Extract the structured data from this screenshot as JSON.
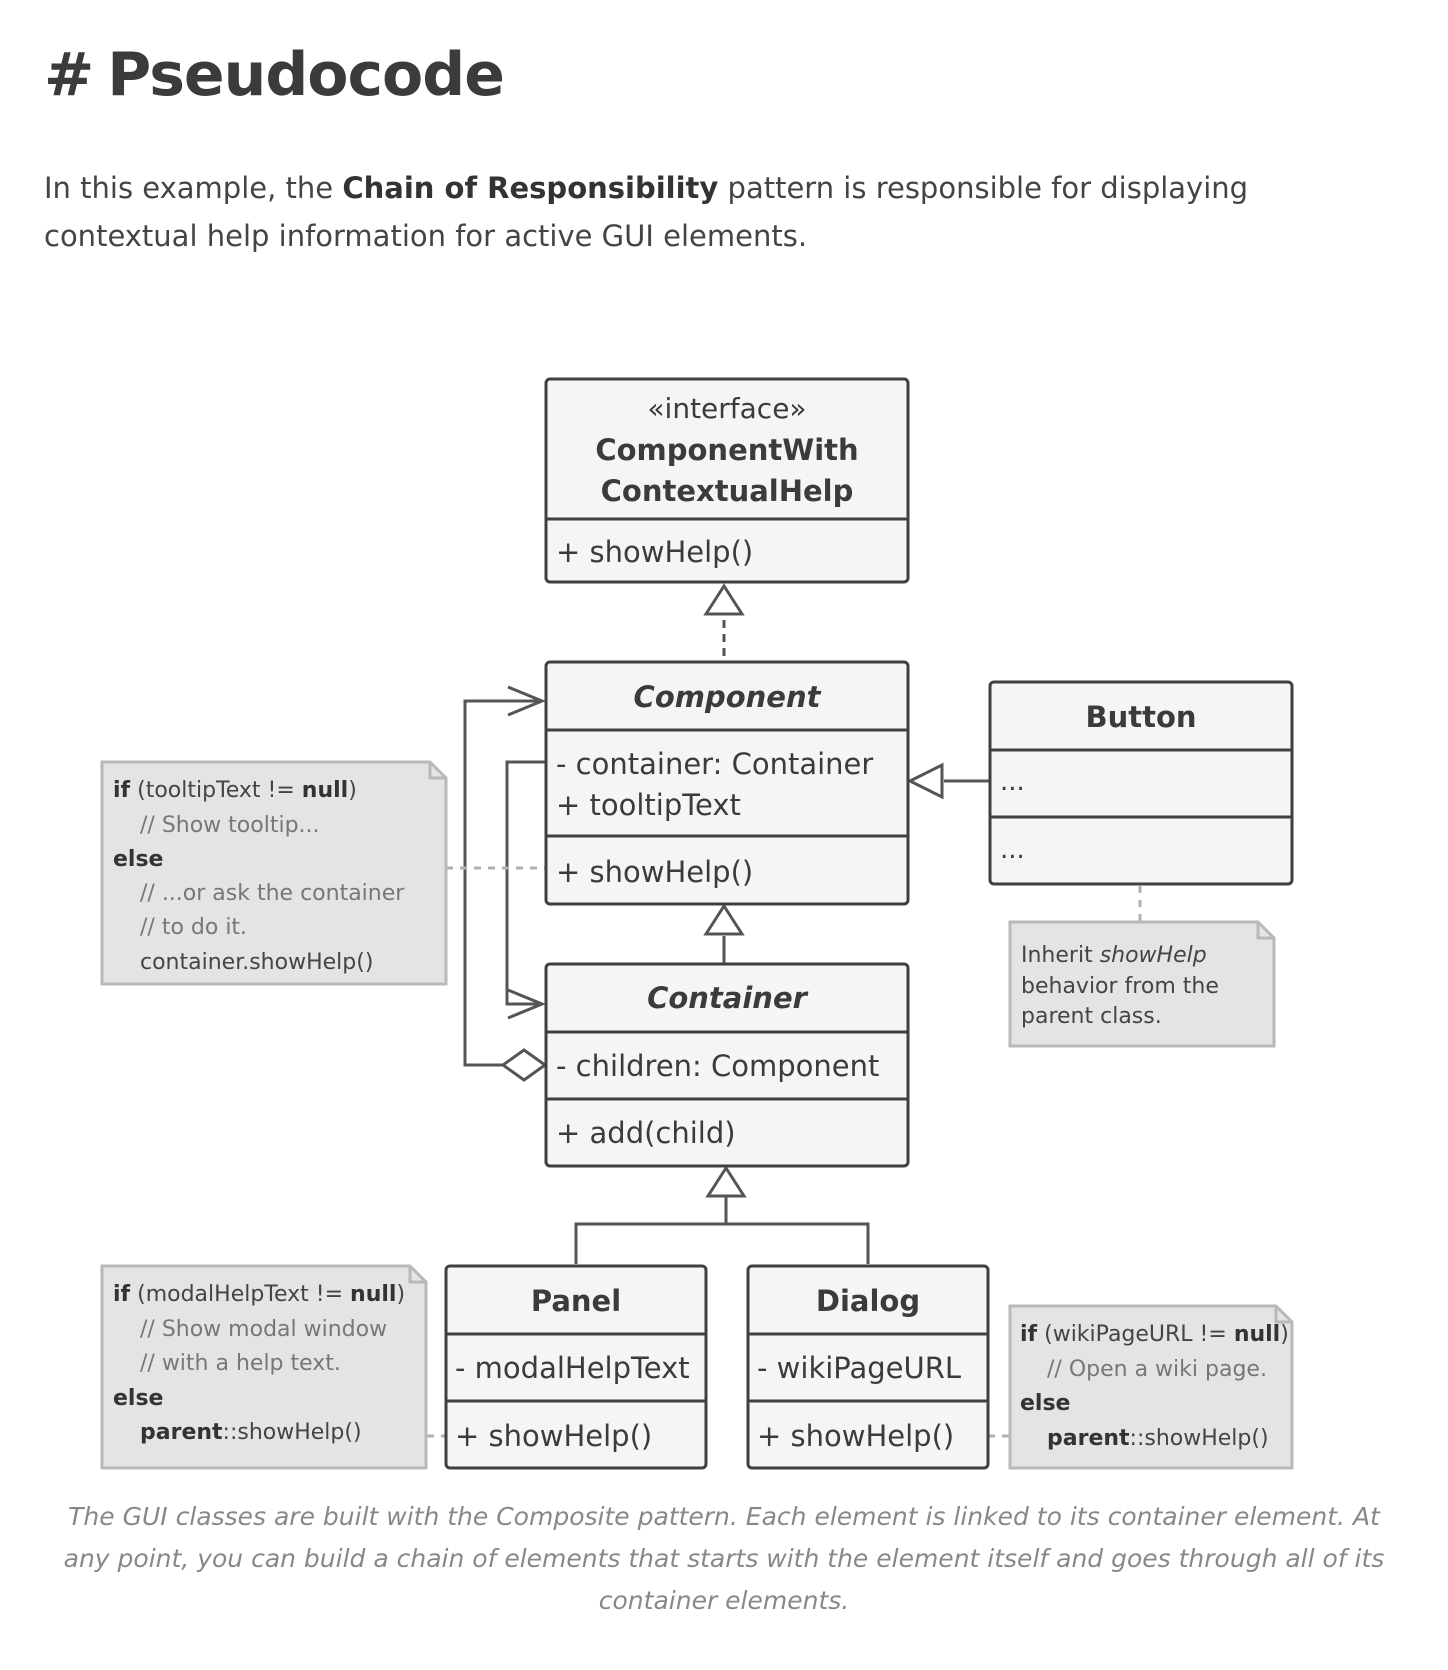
{
  "heading": {
    "hash": "#",
    "title": "Pseudocode"
  },
  "intro": {
    "before": "In this example, the ",
    "bold": "Chain of Responsibility",
    "after": " pattern is responsible for displaying contextual help information for active GUI elements."
  },
  "diagram": {
    "interface": {
      "stereotype": "«interface»",
      "name_line1": "ComponentWith",
      "name_line2": "ContextualHelp",
      "method": "+ showHelp()"
    },
    "component": {
      "name": "Component",
      "field1": "- container: Container",
      "field2": "+ tooltipText",
      "method": "+ showHelp()"
    },
    "container": {
      "name": "Container",
      "field": "- children: Component",
      "method": "+ add(child)"
    },
    "button": {
      "name": "Button",
      "section1": "...",
      "section2": "..."
    },
    "panel": {
      "name": "Panel",
      "field": "- modalHelpText",
      "method": "+ showHelp()"
    },
    "dialog": {
      "name": "Dialog",
      "field": "- wikiPageURL",
      "method": "+ showHelp()"
    },
    "note_component": {
      "l1_kw": "if",
      "l1_rest": " (tooltipText != ",
      "l1_null": "null",
      "l1_close": ")",
      "l2": "// Show tooltip...",
      "l3": "else",
      "l4": "// ...or ask the container",
      "l5": "// to do it.",
      "l6": "container.showHelp()"
    },
    "note_button": {
      "l1a": "Inherit ",
      "l1b": "showHelp",
      "l2": "behavior from the",
      "l3": "parent class."
    },
    "note_panel": {
      "l1_kw": "if",
      "l1_rest": " (modalHelpText != ",
      "l1_null": "null",
      "l1_close": ")",
      "l2": "// Show modal window",
      "l3": "// with a help text.",
      "l4": "else",
      "l5_kw": "parent",
      "l5_rest": "::showHelp()"
    },
    "note_dialog": {
      "l1_kw": "if",
      "l1_rest": " (wikiPageURL != ",
      "l1_null": "null",
      "l1_close": ")",
      "l2": "// Open a wiki page.",
      "l3": "else",
      "l4_kw": "parent",
      "l4_rest": "::showHelp()"
    }
  },
  "caption": "The GUI classes are built with the Composite pattern. Each element is linked to its container element. At any point, you can build a chain of elements that starts with the element itself and goes through all of its container elements.",
  "colors": {
    "box_fill": "#f5f5f5",
    "box_stroke": "#3f3f3f",
    "note_fill": "#e4e4e4",
    "note_stroke": "#b9b9b9",
    "line": "#555555"
  }
}
